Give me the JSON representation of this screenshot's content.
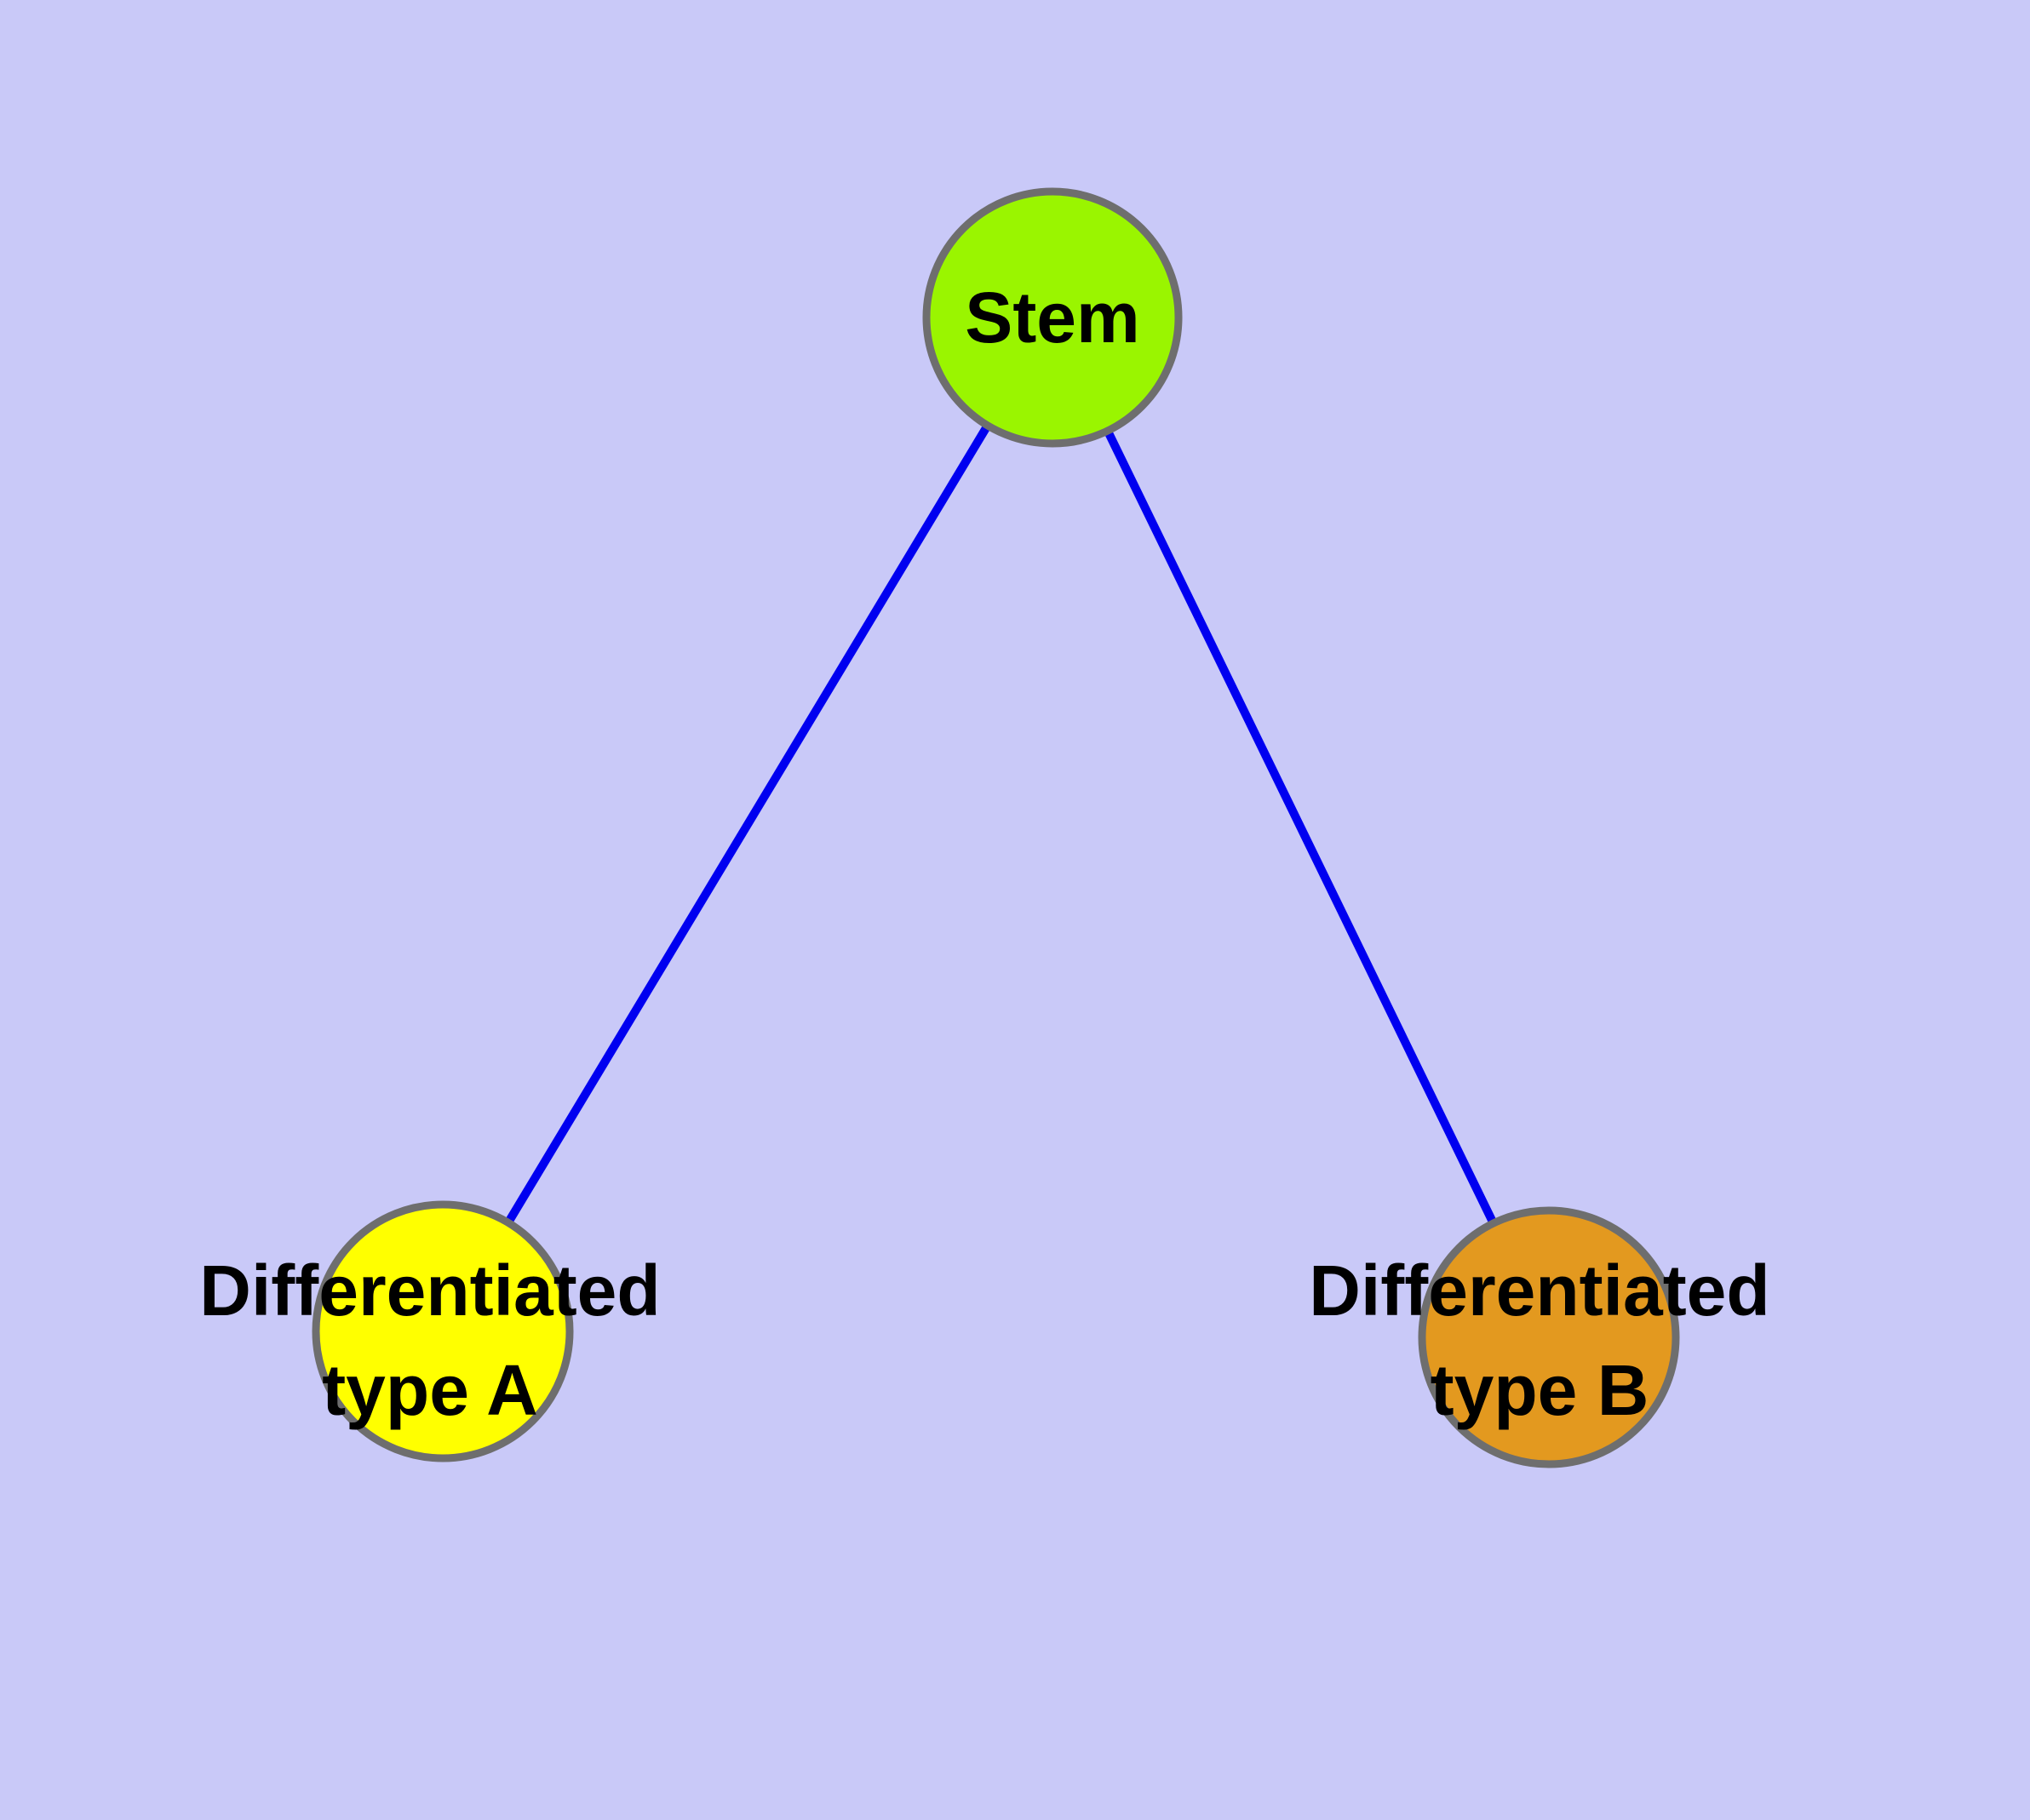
{
  "canvas": {
    "background": "#C9C9F8",
    "width": "2384",
    "height": "2138"
  },
  "edges": {
    "color": "#0000F0",
    "stroke_width": "10",
    "items": [
      {
        "from": "Stem",
        "to": "Differentiated type A"
      },
      {
        "from": "Stem",
        "to": "Differentiated type B"
      }
    ]
  },
  "nodes": {
    "border_color": "#6E6E6E",
    "stem": {
      "label": "Stem",
      "fill": "#9AF500"
    },
    "type_a": {
      "label_line1": "Differentiated",
      "label_line2": "type A",
      "fill": "#FFFF00"
    },
    "type_b": {
      "label_line1": "Differentiated",
      "label_line2": "type B",
      "fill": "#E3991F"
    }
  }
}
